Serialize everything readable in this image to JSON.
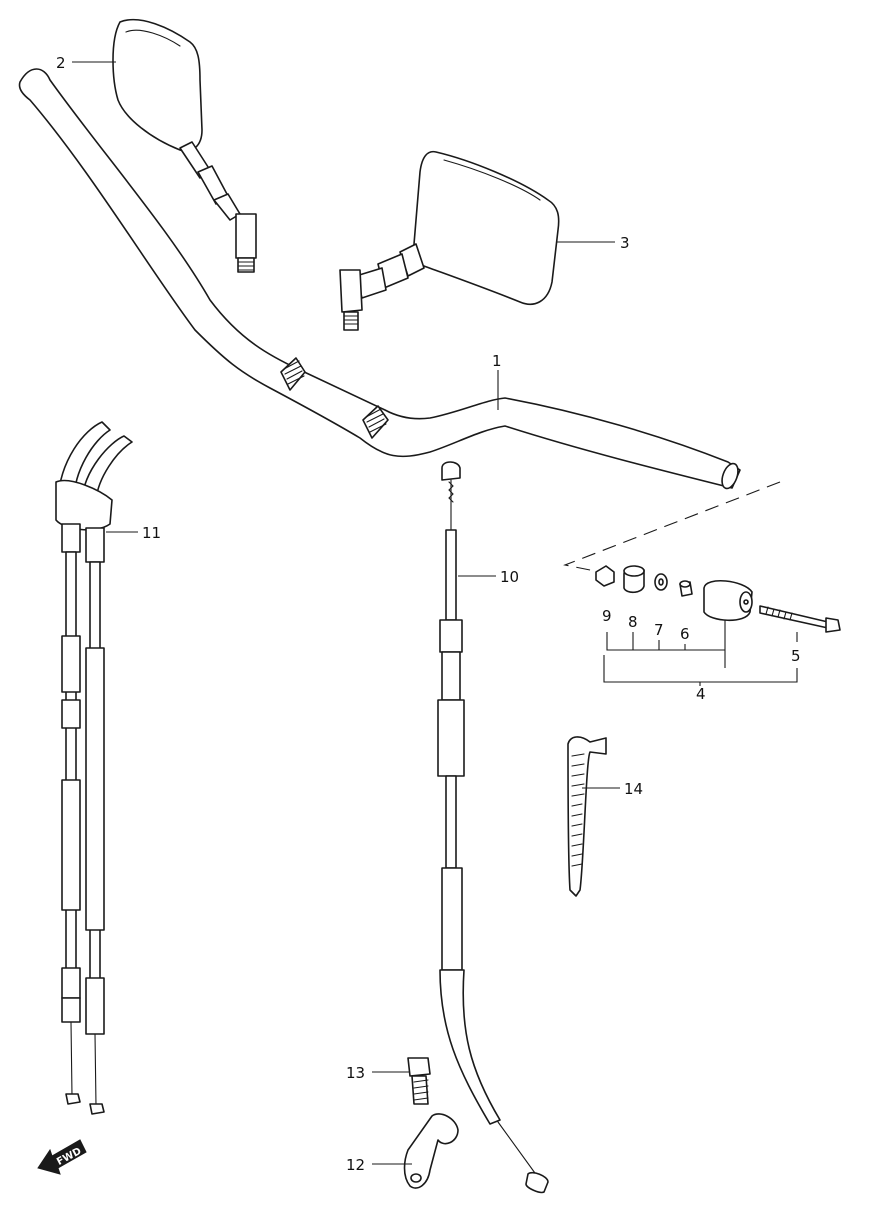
{
  "callouts": {
    "c1": "1",
    "c2": "2",
    "c3": "3",
    "c4": "4",
    "c5": "5",
    "c6": "6",
    "c7": "7",
    "c8": "8",
    "c9": "9",
    "c10": "10",
    "c11": "11",
    "c12": "12",
    "c13": "13",
    "c14": "14"
  },
  "fwd_label": "FWD"
}
